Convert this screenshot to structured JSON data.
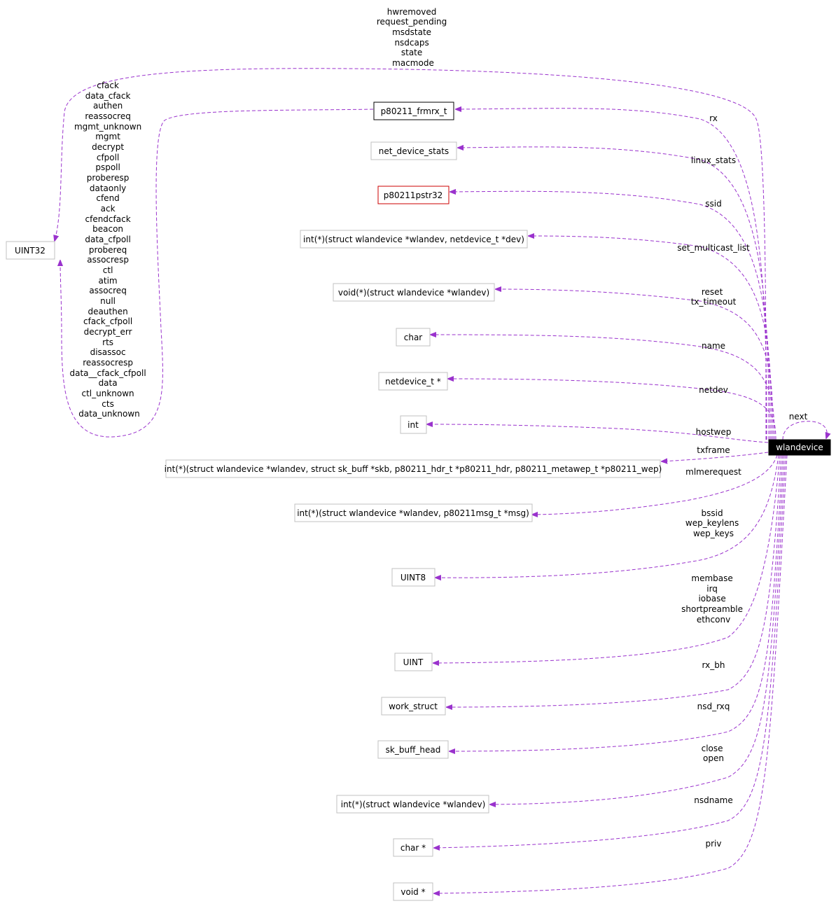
{
  "diagram": {
    "colors": {
      "edge": "#9a32cd",
      "node_border": "#c0c0c0",
      "highlight_fill": "#000000",
      "incomplete_border": "#cc0000"
    },
    "nodes": {
      "wlandevice": "wlandevice",
      "uint32": "UINT32",
      "frmrx": "p80211_frmrx_t",
      "ndstats": "net_device_stats",
      "pstr32": "p80211pstr32",
      "func_setmc": "int(*)(struct wlandevice *wlandev, netdevice_t *dev)",
      "func_void": "void(*)(struct wlandevice *wlandev)",
      "char": "char",
      "netdev_ptr": "netdevice_t *",
      "int": "int",
      "func_tx": "int(*)(struct wlandevice *wlandev, struct sk_buff *skb, p80211_hdr_t *p80211_hdr, p80211_metawep_t *p80211_wep)",
      "func_mlme": "int(*)(struct wlandevice *wlandev, p80211msg_t *msg)",
      "uint8": "UINT8",
      "uint": "UINT",
      "work_struct": "work_struct",
      "skbh": "sk_buff_head",
      "func_int": "int(*)(struct wlandevice *wlandev)",
      "char_ptr": "char *",
      "void_ptr": "void *"
    },
    "labels": {
      "uint32_top": [
        "hwremoved",
        "request_pending",
        "msdstate",
        "nsdcaps",
        "state",
        "macmode"
      ],
      "uint32_frmrx": [
        "cfack",
        "data_cfack",
        "authen",
        "reassocreq",
        "mgmt_unknown",
        "mgmt",
        "decrypt",
        "cfpoll",
        "pspoll",
        "proberesp",
        "dataonly",
        "cfend",
        "ack",
        "cfendcfack",
        "beacon",
        "data_cfpoll",
        "probereq",
        "assocresp",
        "ctl",
        "atim",
        "assocreq",
        "null",
        "deauthen",
        "cfack_cfpoll",
        "decrypt_err",
        "rts",
        "disassoc",
        "reassocresp",
        "data__cfack_cfpoll",
        "data",
        "ctl_unknown",
        "cts",
        "data_unknown"
      ],
      "rx": [
        "rx"
      ],
      "linux_stats": [
        "linux_stats"
      ],
      "ssid": [
        "ssid"
      ],
      "set_multicast_list": [
        "set_multicast_list"
      ],
      "reset": [
        "reset",
        "tx_timeout"
      ],
      "name": [
        "name"
      ],
      "netdev": [
        "netdev"
      ],
      "hostwep": [
        "hostwep"
      ],
      "txframe": [
        "txframe"
      ],
      "mlmerequest": [
        "mlmerequest"
      ],
      "bssid": [
        "bssid",
        "wep_keylens",
        "wep_keys"
      ],
      "membase": [
        "membase",
        "irq",
        "iobase",
        "shortpreamble",
        "ethconv"
      ],
      "rx_bh": [
        "rx_bh"
      ],
      "nsd_rxq": [
        "nsd_rxq"
      ],
      "close": [
        "close",
        "open"
      ],
      "nsdname": [
        "nsdname"
      ],
      "priv": [
        "priv"
      ],
      "next": [
        "next"
      ]
    }
  }
}
